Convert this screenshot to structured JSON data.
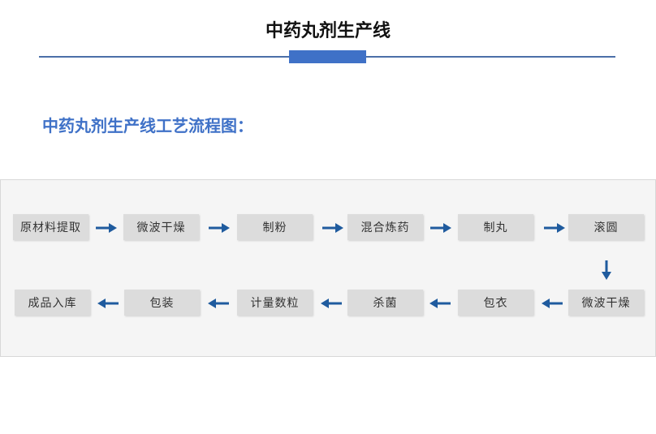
{
  "header": {
    "title": "中药丸剂生产线"
  },
  "section": {
    "heading": "中药丸剂生产线工艺流程图："
  },
  "flowchart": {
    "row1": [
      "原材料提取",
      "微波干燥",
      "制粉",
      "混合炼药",
      "制丸",
      "滚圆"
    ],
    "row2": [
      "成品入库",
      "包装",
      "计量数粒",
      "杀菌",
      "包衣",
      "微波干燥"
    ]
  },
  "colors": {
    "accent": "#3f71c7",
    "arrow": "#1f5b9e",
    "step_bg": "#dcdcdc",
    "panel_bg": "#f5f5f5"
  }
}
